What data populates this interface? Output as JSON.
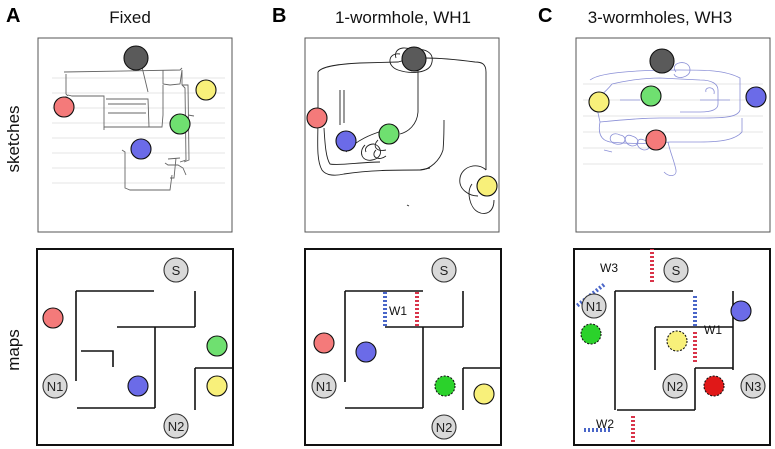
{
  "panels": [
    {
      "letter": "A",
      "title": "Fixed"
    },
    {
      "letter": "B",
      "title": "1-wormhole, WH1"
    },
    {
      "letter": "C",
      "title": "3-wormholes, WH3"
    }
  ],
  "rows": {
    "top": "sketches",
    "bottom": "maps"
  },
  "nodes": {
    "start": "S",
    "n1": "N1",
    "n2": "N2",
    "n3": "N3"
  },
  "wormholes": {
    "w1": "W1",
    "w2": "W2",
    "w3": "W3"
  },
  "colors": {
    "red": "#f47a7a",
    "blue": "#6b6be8",
    "green": "#6fe070",
    "yellow": "#f8f07a",
    "dark": "#5a5a5a",
    "gray_node": "#d9d9d9",
    "wh_red": "#d9344a",
    "wh_blue": "#4a66c8",
    "star_green": "#2bd22b",
    "star_red": "#e01818"
  }
}
